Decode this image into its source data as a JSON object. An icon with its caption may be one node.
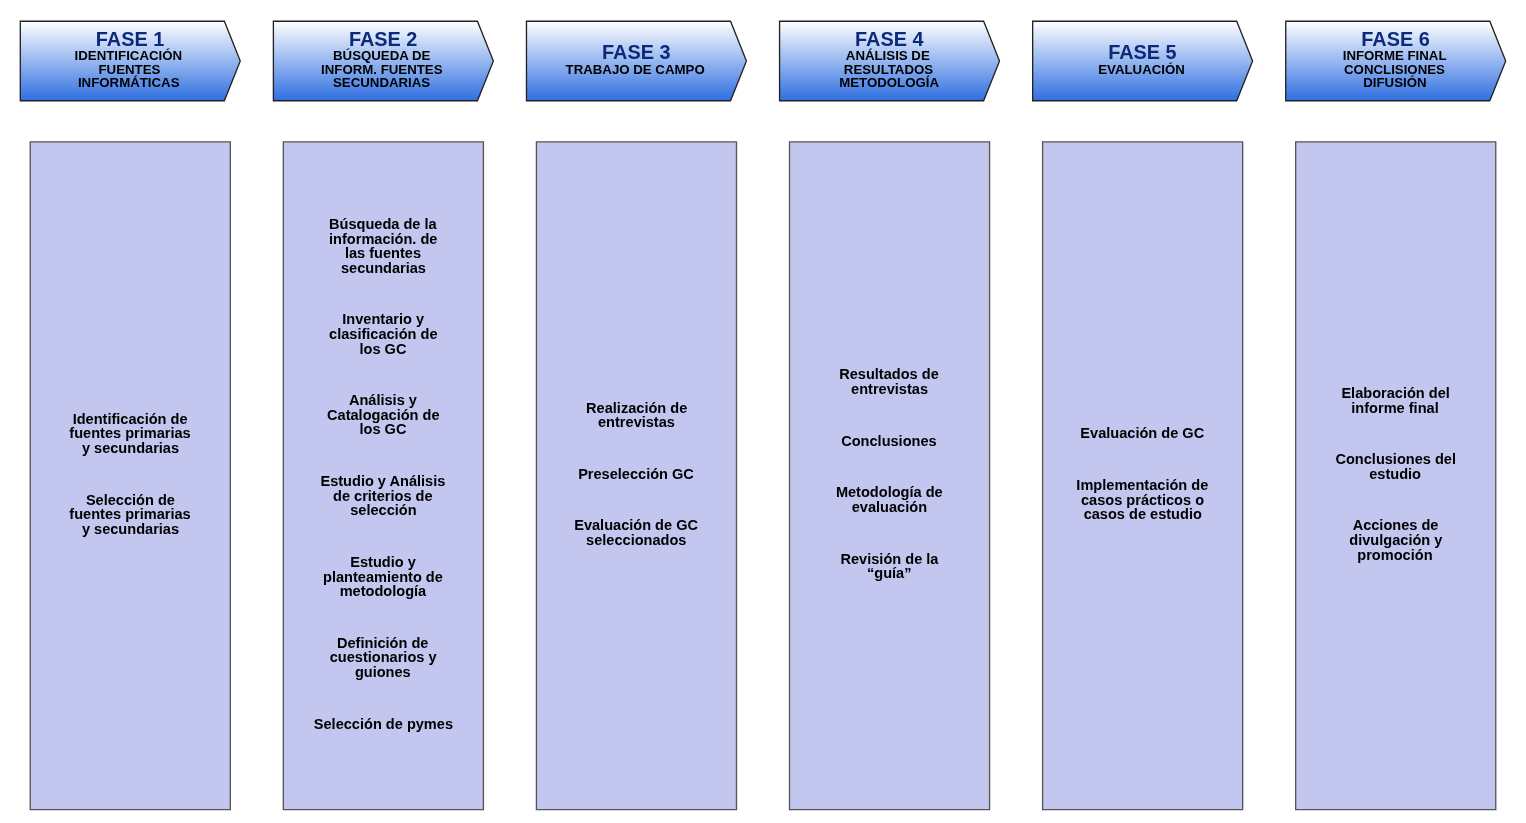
{
  "diagram": {
    "nodes": [
      {
        "text": [
          "FASE 1",
          "IDENTIFICACIÓN FUENTES INFORMÁTICAS"
        ]
      },
      {
        "text": [
          "FASE 2",
          "BÚSQUEDA DE INFORM. FUENTES SECUNDARIAS"
        ]
      },
      {
        "text": [
          "FASE 3",
          "TRABAJO DE CAMPO"
        ]
      },
      {
        "text": [
          "FASE 4",
          "ANÁLISIS DE RESULTADOS METODOLOGÍA"
        ]
      },
      {
        "text": [
          "FASE 5",
          "EVALUACIÓN"
        ]
      },
      {
        "text": [
          "FASE 6",
          "INFORME FINAL CONCLISIONES DIFUSIÓN"
        ]
      },
      {
        "text": [
          "Identificación de fuentes primarias y secundarias",
          "Selección de fuentes primarias y secundarias"
        ]
      },
      {
        "text": [
          "Búsqueda de la información. de las fuentes secundarias",
          "Inventario y clasificación de los GC",
          "Análisis y Catalogación de los GC",
          "Estudio y Análisis de criterios de selección",
          "Estudio y planteamiento de metodología",
          "Definición de cuestionarios y guiones",
          "Selección de pymes"
        ]
      },
      {
        "text": [
          "Realización de entrevistas",
          "Preselección GC",
          "Evaluación de GC seleccionados"
        ]
      },
      {
        "text": [
          "Resultados de entrevistas",
          "Conclusiones",
          "Metodología de evaluación",
          "Revisión de la “guía”"
        ]
      },
      {
        "text": [
          "Evaluación de GC",
          "Implementación de casos prácticos o casos de estudio"
        ]
      },
      {
        "text": [
          "Elaboración del informe final",
          "Conclusiones del estudio",
          "Acciones de divulgación y promoción"
        ]
      }
    ],
    "edges": []
  }
}
